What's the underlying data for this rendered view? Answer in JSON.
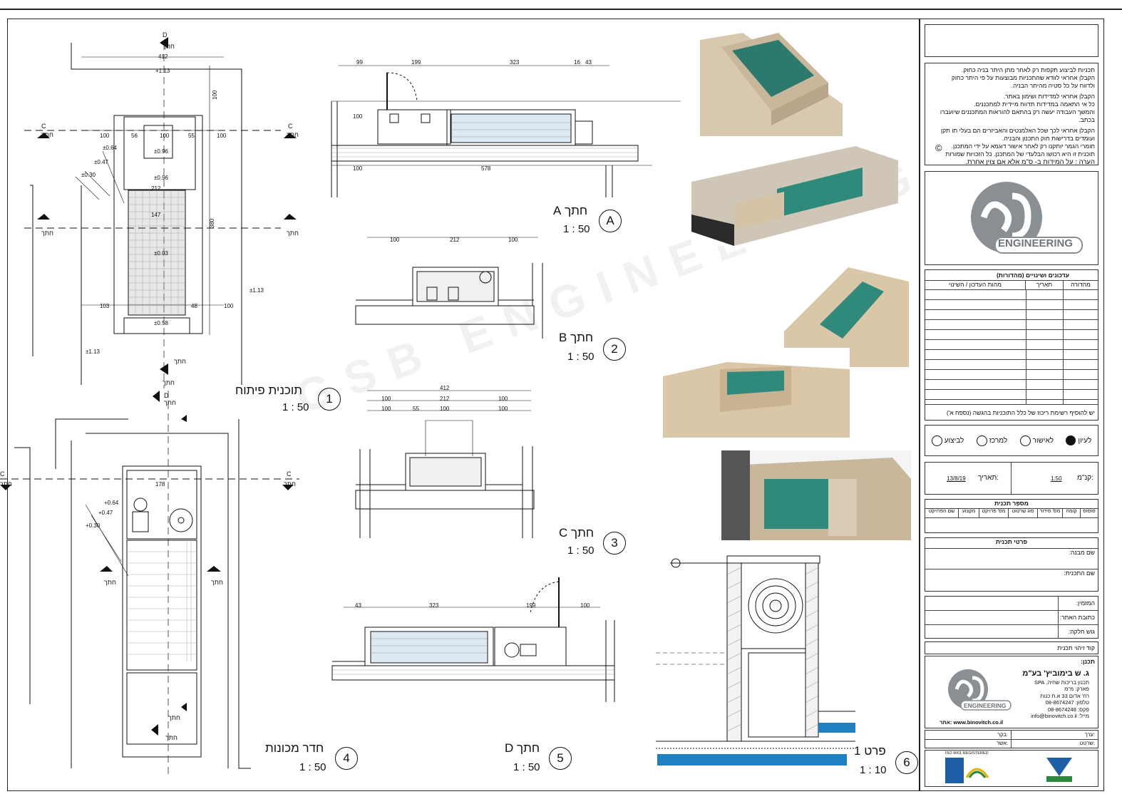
{
  "drawings": [
    {
      "num": "1",
      "title": "תוכנית פיתוח",
      "scale": "1 : 50"
    },
    {
      "num": "A",
      "title": "חתך A",
      "scale": "1 : 50"
    },
    {
      "num": "2",
      "title": "חתך B",
      "scale": "1 : 50"
    },
    {
      "num": "3",
      "title": "חתך C",
      "scale": "1 : 50"
    },
    {
      "num": "4",
      "title": "חדר מכונות",
      "scale": "1 : 50"
    },
    {
      "num": "5",
      "title": "חתך D",
      "scale": "1 : 50"
    },
    {
      "num": "6",
      "title": "פרט 1",
      "scale": "1 : 10"
    }
  ],
  "plan_dims": {
    "top": "412",
    "a": "100",
    "b": "56",
    "c": "100",
    "d": "55",
    "e": "100",
    "w212": "212",
    "w147": "147",
    "w103": "103",
    "w48": "48",
    "h380": "380",
    "h100": "100"
  },
  "plan_levels": [
    "+1.13",
    "±0.64",
    "±0.47",
    "±0.30",
    "±0.96",
    "±0.96",
    "±0.03",
    "±0.58",
    "±1.13",
    "±1.13"
  ],
  "section_labels": {
    "A": "חתך",
    "B": "חתך",
    "C": "חתך",
    "D": "חתך"
  },
  "sectionA_dims": [
    "99",
    "199",
    "323",
    "16",
    "43",
    "100",
    "578",
    "100"
  ],
  "sectionB_dims": [
    "100",
    "212",
    "100"
  ],
  "sectionC_dims": [
    "412",
    "100",
    "212",
    "100",
    "100",
    "55",
    "100",
    "100"
  ],
  "sectionD_dims": [
    "43",
    "323",
    "199",
    "100"
  ],
  "machine_levels": [
    "+0.64",
    "+0.47",
    "+0.30"
  ],
  "machine_dim": "178",
  "watermark": "GSB ENGINEERING",
  "titleblock": {
    "notes": [
      "תכניות לביצוע תקפות רק לאחר מתן היתר בניה כחוק.",
      "הקבלן אחראי לוודא שהתכניות מבוצעות על פי היתר כחוק",
      "ולדווח על כל סטיה מהיתר הבניה.",
      "הקבלן אחראי למדידות ושימון באתר.",
      "כל אי התאמה במדידות תדווח מיידית למתכננים.",
      "והמשך העבודה יעשה רק בהתאם להוראות המתכננים שיועברו בכתב.",
      "הקבלן אחראי לכך שכל האלמנטים והאביזרים הם בעלי תו תקן",
      "ועומדים בדרישות חוק התכנון והבניה.",
      "חומרי הגמר יותקנו רק לאחר אישור דוגמא על ידי המתכנן.",
      "תוכנית זו היא רכושו הבלעדי של המתכנן. כל הזכויות שמורות"
    ],
    "dims_note": "הערה : על המידות ב- ס\"מ אלא אם צוין אחרת.",
    "copyright": "©",
    "logo_text": "ENGINEERING",
    "revisions_header": "עדכונים ושינויים (מהדורות)",
    "rev_cols": [
      "מהדורה",
      "תאריך",
      "מהות העדכון / השינוי"
    ],
    "rev_footer": "יש להוסיף רשימת ריכוז של כלל התוכניות בהגשה (נספח א')",
    "status": [
      "לעיון",
      "לאישור",
      "למרכז",
      "לביצוע"
    ],
    "scale_label": "קנ\"מ:",
    "scale_value": "1:50",
    "date_label": "תאריך:",
    "date_value": "13/8/19",
    "plan_number_header": "מספר תכנית",
    "plan_number_cols": [
      "סוסוס",
      "קומה",
      "מס' סידור",
      "סוג שרטוט",
      "מס' פרויקט",
      "מקצוע",
      "שם הפרויקט"
    ],
    "plan_details_header": "פרטי תכנית",
    "building_name": "שם מבנה:",
    "plan_name": "שם התכנית:",
    "client": "המזמין:",
    "site_address": "כתובת האתר:",
    "block_parcel": "גוש חלקה:",
    "plan_id": "קוד זיהוי תכנית",
    "designer_label": "תכנן:",
    "company": "ג. ש בימוביץ' בע\"מ",
    "company_lines": [
      "תכנון בריכות שחיה, SPA",
      "פארק: מ\"מ",
      "רח' אדום 33 א.ת כנות",
      "טלפון: 08-8674247",
      "פקס: 08-8674248",
      "מייל: info@binovitch.co.il",
      "אתר: www.binovitch.co.il"
    ],
    "sign_labels": [
      "ערך:",
      "בקר:",
      "שרטט:",
      "אשר:"
    ],
    "cert_text": "ISO 9001 REGISTERED"
  }
}
